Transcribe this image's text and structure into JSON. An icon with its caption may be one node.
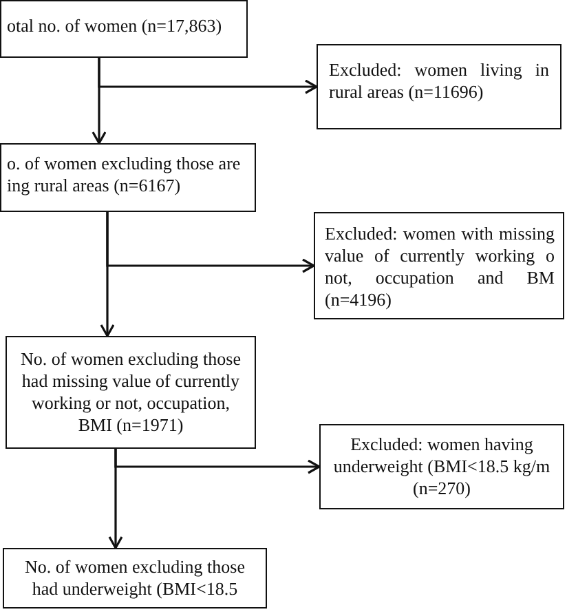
{
  "diagram": {
    "nodes": [
      {
        "text": [
          "otal no. of women (n=17,863)"
        ]
      },
      {
        "text": [
          "o. of women excluding those are ing rural areas (n=6167)"
        ]
      },
      {
        "text": [
          "Excluded: women living in rural areas (n=11696)"
        ]
      },
      {
        "text": [
          "No. of women excluding those had missing value of currently working or not, occupation, BMI (n=1971)"
        ]
      },
      {
        "text": [
          "Excluded: women with missing value of currently working o not, occupation and BM (n=4196)"
        ]
      },
      {
        "text": [
          "No. of women excluding those had underweight (BMI<18.5"
        ]
      },
      {
        "text": [
          "Excluded: women having underweight (BMI<18.5 kg/m (n=270)"
        ]
      }
    ],
    "edges": [
      {
        "from": 0,
        "to": 1,
        "arrow": "to"
      },
      {
        "from": 0,
        "to": 2,
        "arrow": "to"
      },
      {
        "from": 1,
        "to": 3,
        "arrow": "to"
      },
      {
        "from": 1,
        "to": 4,
        "arrow": "to"
      },
      {
        "from": 3,
        "to": 5,
        "arrow": "to"
      },
      {
        "from": 3,
        "to": 6,
        "arrow": "to"
      }
    ]
  }
}
